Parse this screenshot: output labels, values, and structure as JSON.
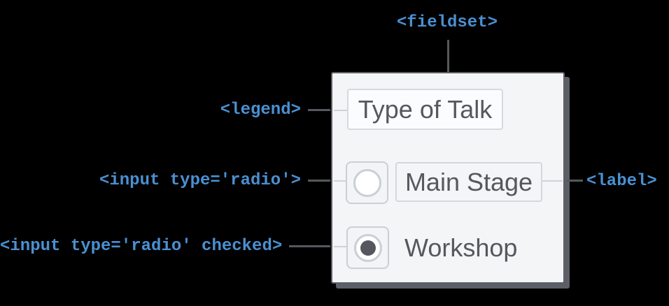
{
  "annotations": {
    "fieldset_tag": "<fieldset>",
    "legend_tag": "<legend>",
    "radio_tag": "<input type='radio'>",
    "radio_checked_tag": "<input type='radio' checked>",
    "label_tag": "<label>"
  },
  "form": {
    "legend": "Type of Talk",
    "options": [
      {
        "label": "Main Stage",
        "checked": false
      },
      {
        "label": "Workshop",
        "checked": true
      }
    ]
  },
  "colors": {
    "annotation_blue": "#4a90d2",
    "outline_dark": "#5c5f65",
    "connector_dark": "#55585e",
    "connector_light": "#cfd2d6",
    "control_border": "#cbcfd3",
    "text_dark": "#55585e",
    "panel_bg": "#f4f5f7",
    "checked_dot": "#54575d",
    "background": "#000000"
  }
}
